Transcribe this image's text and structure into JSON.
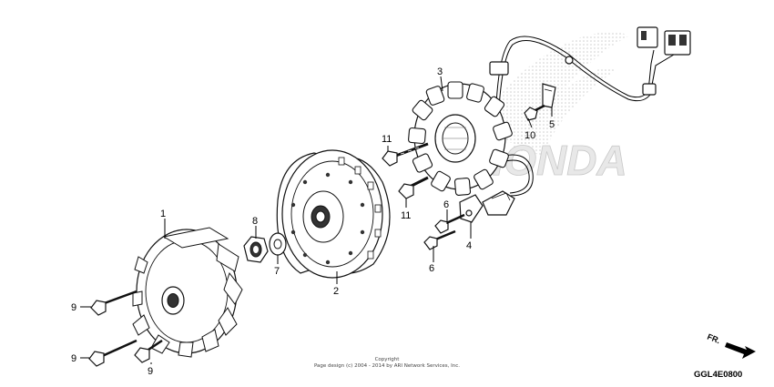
{
  "watermark": {
    "text": "HONDA",
    "fill": "#e8e8e8",
    "pattern_color": "#c8c8c8"
  },
  "callouts": [
    {
      "id": "1",
      "label": "1"
    },
    {
      "id": "2",
      "label": "2"
    },
    {
      "id": "3",
      "label": "3"
    },
    {
      "id": "4",
      "label": "4"
    },
    {
      "id": "5",
      "label": "5"
    },
    {
      "id": "6a",
      "label": "6"
    },
    {
      "id": "6b",
      "label": "6"
    },
    {
      "id": "7",
      "label": "7"
    },
    {
      "id": "8",
      "label": "8"
    },
    {
      "id": "9a",
      "label": "9"
    },
    {
      "id": "9b",
      "label": "9"
    },
    {
      "id": "9c",
      "label": "9"
    },
    {
      "id": "10",
      "label": "10"
    },
    {
      "id": "11a",
      "label": "11"
    },
    {
      "id": "11b",
      "label": "11"
    }
  ],
  "copyright": {
    "line1": "Copyright",
    "line2": "Page design (c) 2004 - 2014 by ARI Network Services, Inc."
  },
  "direction_label": "FR.",
  "diagram_code": "GGL4E0800",
  "colors": {
    "line": "#000000",
    "part_fill": "#ffffff",
    "part_dark": "#333333"
  }
}
